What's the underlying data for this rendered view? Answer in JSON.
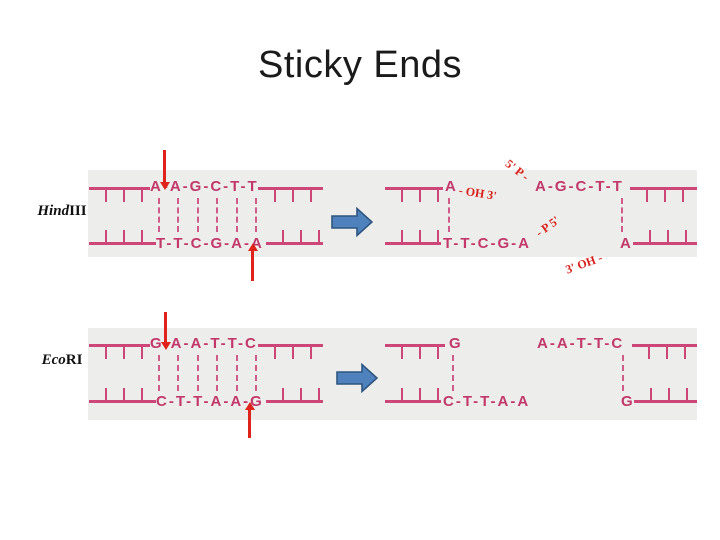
{
  "title": "Sticky Ends",
  "colors": {
    "dna_pink": "#c2386b",
    "backbone_pink": "#cc4677",
    "pair_pink": "#d05a8a",
    "cut_red": "#e0231a",
    "label_red": "#d8201a",
    "arrow_fill": "#4f81bd",
    "arrow_stroke": "#2e5580",
    "band_gray": "#ededeb",
    "title_black": "#1a1a1a"
  },
  "rows": [
    {
      "enzyme_italic": "Hind",
      "enzyme_roman": "III",
      "before": {
        "top_seq": "A-A-G-C-T-T",
        "bottom_seq": "T-T-C-G-A-A"
      },
      "after": {
        "top_left_base": "A",
        "top_left_end": "- OH 3'",
        "top_right_end": "5' P -",
        "top_right_seq": "A-G-C-T-T",
        "bottom_left_seq": "T-T-C-G-A",
        "bottom_left_end": "- P 5'",
        "bottom_right_end": "3' OH -",
        "bottom_right_base": "A"
      }
    },
    {
      "enzyme_italic": "Eco",
      "enzyme_roman": "RI",
      "before": {
        "top_seq": "G-A-A-T-T-C",
        "bottom_seq": "C-T-T-A-A-G"
      },
      "after": {
        "top_left_base": "G",
        "top_right_seq": "A-A-T-T-C",
        "bottom_left_seq": "C-T-T-A-A",
        "bottom_right_base": "G"
      }
    }
  ]
}
